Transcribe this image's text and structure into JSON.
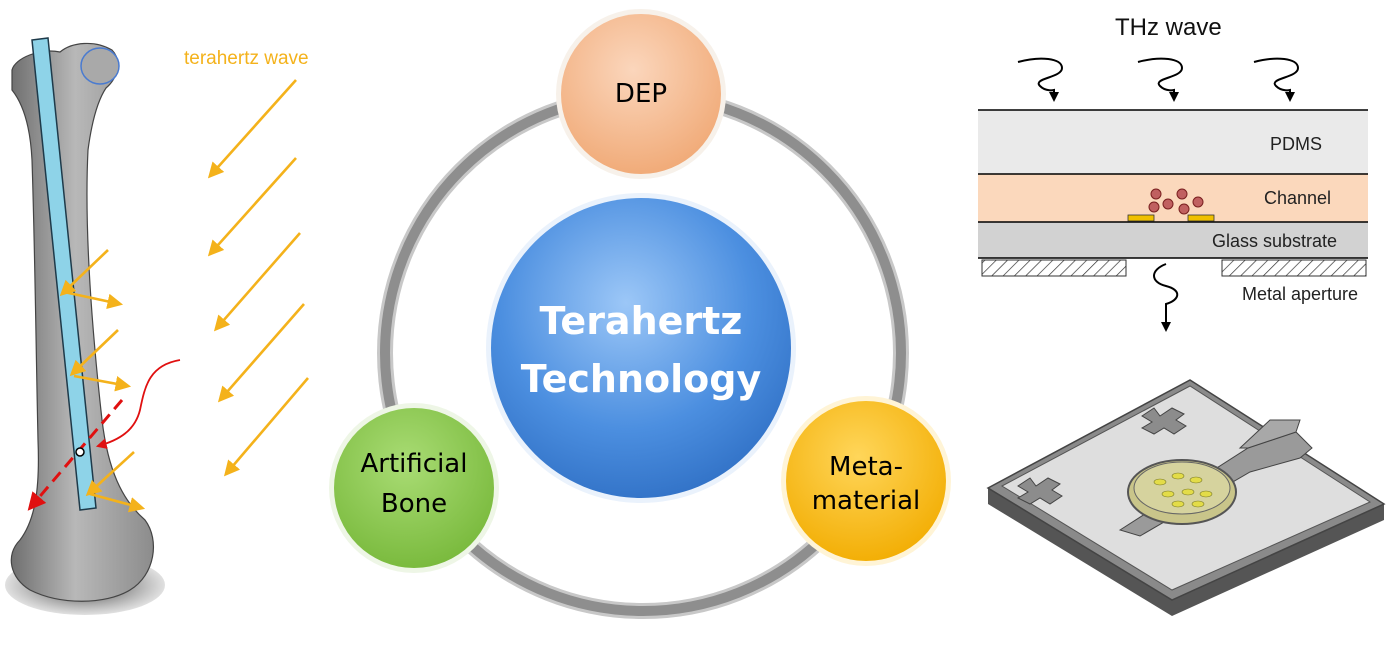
{
  "bone_panel": {
    "wave_label": "terahertz wave"
  },
  "cycle": {
    "center_line1": "Terahertz",
    "center_line2": "Technology",
    "nodes": [
      {
        "line1": "DEP",
        "line2": ""
      },
      {
        "line1": "Artificial",
        "line2": "Bone"
      },
      {
        "line1": "Meta-",
        "line2": "material"
      }
    ]
  },
  "chip_panel": {
    "wave_label": "THz wave",
    "layers": [
      "PDMS",
      "Channel",
      "Glass substrate"
    ],
    "aperture_label": "Metal aperture"
  },
  "colors": {
    "dep": "#f5b88d",
    "bone_node": "#8fce4f",
    "meta": "#ffc21a",
    "center": "#4a8ee0",
    "arrow": "#f4b21b",
    "ring": "#9a9a9a"
  }
}
